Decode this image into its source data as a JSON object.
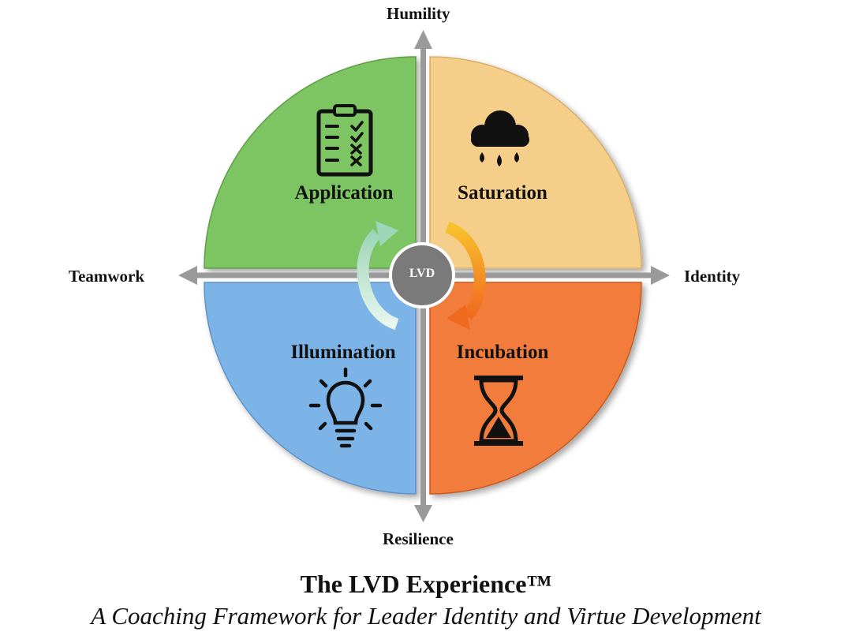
{
  "axes": {
    "top": "Humility",
    "bottom": "Resilience",
    "left": "Teamwork",
    "right": "Identity"
  },
  "quadrants": {
    "top_left": {
      "label": "Application",
      "color": "#7DC464",
      "icon": "clipboard-checklist-icon"
    },
    "top_right": {
      "label": "Saturation",
      "color": "#F5CE8A",
      "icon": "rain-cloud-icon"
    },
    "bottom_left": {
      "label": "Illumination",
      "color": "#7DB4E8",
      "icon": "lightbulb-icon"
    },
    "bottom_right": {
      "label": "Incubation",
      "color": "#F27B3A",
      "icon": "hourglass-icon"
    }
  },
  "center": {
    "label": "LVD",
    "color": "#7A7A7A"
  },
  "cycle_arrows": {
    "left_color": "#A8DCC8",
    "right_color": "#F5A623"
  },
  "title": "The LVD Experience™",
  "subtitle": "A Coaching Framework for Leader Identity and Virtue Development"
}
